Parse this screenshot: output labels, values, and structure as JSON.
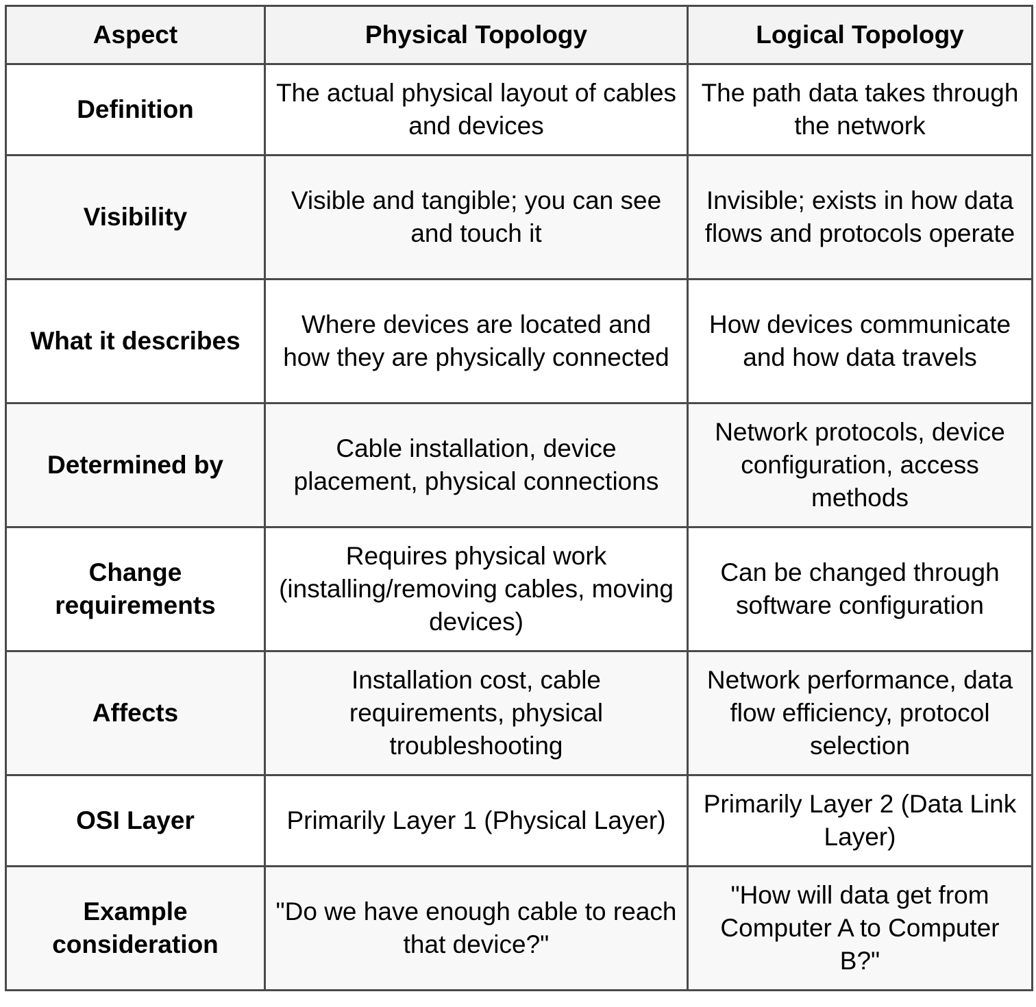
{
  "table": {
    "headers": [
      "Aspect",
      "Physical Topology",
      "Logical Topology"
    ],
    "rows": [
      {
        "aspect": "Definition",
        "physical": "The actual physical layout of cables and devices",
        "logical": "The path data takes through the network",
        "height": 133
      },
      {
        "aspect": "Visibility",
        "physical": "Visible and tangible; you can see and touch it",
        "logical": "Invisible; exists in how data flows and protocols operate",
        "height": 181
      },
      {
        "aspect": "What it describes",
        "physical": "Where devices are located and how they are physically connected",
        "logical": "How devices communicate and how data travels",
        "height": 181
      },
      {
        "aspect": "Determined by",
        "physical": "Cable installation, device placement, physical connections",
        "logical": "Network protocols, device configuration, access methods",
        "height": 181
      },
      {
        "aspect": "Change requirements",
        "physical": "Requires physical work (installing/removing cables, moving devices)",
        "logical": "Can be changed through software configuration",
        "height": 181
      },
      {
        "aspect": "Affects",
        "physical": "Installation cost, cable requirements, physical troubleshooting",
        "logical": "Network performance, data flow efficiency, protocol selection",
        "height": 181
      },
      {
        "aspect": "OSI Layer",
        "physical": "Primarily Layer 1 (Physical Layer)",
        "logical": "Primarily Layer 2 (Data Link Layer)",
        "height": 133
      },
      {
        "aspect": "Example consideration",
        "physical": "\"Do we have enough cable to reach that device?\"",
        "logical": "\"How will data get from Computer A to Computer B?\"",
        "height": 181
      }
    ]
  },
  "colors": {
    "header_bg": "#f3f3f3",
    "row_alt_bg": "#f8f8f8",
    "row_bg": "#ffffff",
    "border": "#4a4a4a",
    "text": "#000000"
  }
}
